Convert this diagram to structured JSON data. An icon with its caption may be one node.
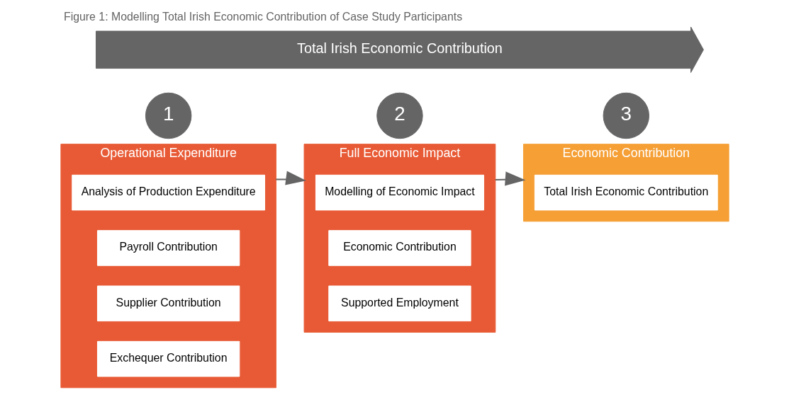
{
  "diagram": {
    "title": "Figure 1: Modelling Total Irish Economic Contribution of Case Study Participants",
    "nodes": [
      {
        "text": [
          "Total Irish Economic Contribution"
        ]
      },
      {
        "text": [
          "1"
        ]
      },
      {
        "text": [
          "Operational Expenditure"
        ]
      },
      {
        "text": [
          "Analysis of Production Expenditure"
        ],
        "in": 2
      },
      {
        "text": [
          "Payroll Contribution"
        ],
        "in": 2
      },
      {
        "text": [
          "Supplier Contribution"
        ],
        "in": 2
      },
      {
        "text": [
          "Exchequer Contribution"
        ],
        "in": 2
      },
      {
        "text": [
          "2"
        ]
      },
      {
        "text": [
          "Full Economic Impact"
        ]
      },
      {
        "text": [
          "Modelling of Economic Impact"
        ],
        "in": 8
      },
      {
        "text": [
          "Economic Contribution"
        ],
        "in": 8
      },
      {
        "text": [
          "Supported Employment"
        ],
        "in": 8
      },
      {
        "text": [
          "3"
        ]
      },
      {
        "text": [
          "Economic Contribution"
        ]
      },
      {
        "text": [
          "Total Irish Economic Contribution"
        ],
        "in": 13
      }
    ],
    "edges": [
      {
        "from": 2,
        "to": 8,
        "arrow": "to"
      },
      {
        "from": 8,
        "to": 13,
        "arrow": "to"
      }
    ]
  }
}
